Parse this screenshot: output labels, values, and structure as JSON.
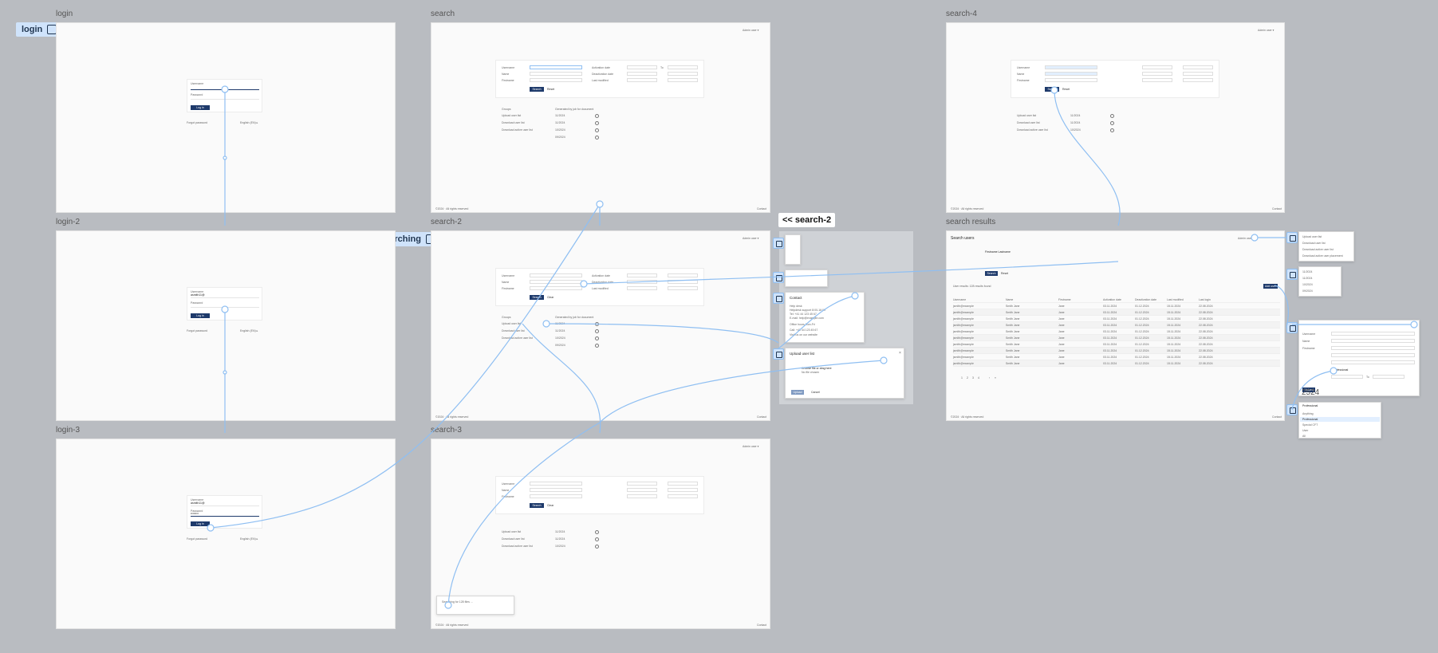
{
  "frames": {
    "login": "login",
    "login2": "login-2",
    "login3": "login-3",
    "search": "search",
    "search2": "search-2",
    "search3": "search-3",
    "search4": "search-4",
    "results": "search results"
  },
  "flow_labels": {
    "login": "login",
    "searching": "searching",
    "back": "<< search-2"
  },
  "login_form": {
    "username_label": "Username",
    "password_label": "Password",
    "login_button": "Log in",
    "forgot": "Forgot password",
    "language": "English (EN) ▸",
    "username_value": "asmith11@",
    "password_value": "••••••••"
  },
  "search_form": {
    "user_menu": "Admin user ▾",
    "fields": [
      "Username",
      "Name",
      "Firstname"
    ],
    "fields_right": [
      "Activation date",
      "Deactivation date",
      "Last modified"
    ],
    "to": "To",
    "search_button": "Search",
    "reset_button": "Reset",
    "clear_button": "Clear",
    "list_header_left": "Groups",
    "list_header_right": "Generated by job for document",
    "list_items": [
      [
        "Upload user list",
        "11/2024"
      ],
      [
        "Download user list",
        "11/2024"
      ],
      [
        "Download active user list",
        "10/2024"
      ],
      [
        "",
        "09/2024"
      ]
    ],
    "footer_left": "©2024 · All rights reserved",
    "footer_right": "Contact"
  },
  "results": {
    "title": "Search users",
    "result_count": "User results: 128 results found",
    "add_button": "Add user",
    "columns": [
      "Username",
      "Name",
      "Firstname",
      "Activation date",
      "Deactivation date",
      "Last modified",
      "Last login"
    ],
    "row": [
      "jsmith@example",
      "Smith Jane",
      "Jane",
      "03.11.2024",
      "01.12.2024",
      "15.11.2024",
      "22.08.2024"
    ],
    "pagination": [
      "1",
      "2",
      "3",
      "4",
      "›",
      "»"
    ],
    "name_value": "Firstname Lastname"
  },
  "dialogs": {
    "contact_title": "Contact",
    "contact_lines": [
      "Help desk",
      "Helpdesk support 8:00-16:00",
      "Tel: +41 44 123 45 67",
      "E-mail: help@example.com",
      "Office hours Mon-Fri",
      "Call: +41 44 123 45 67",
      "Visit us on our website"
    ],
    "upload_title": "Upload user list",
    "upload_drop": "Choose file or drag here",
    "upload_hint": "No file chosen",
    "upload_button": "Upload",
    "cancel_button": "Cancel",
    "menu_items": [
      "Upload user list",
      "Download user list",
      "Download active user list",
      "Download active user placement"
    ],
    "toast": "Searching for 128 files ...",
    "role_options": [
      "Anything",
      "Professional",
      "Special CFT",
      "User",
      "All"
    ],
    "role_selected": "Professional",
    "year_overlay": "2524"
  },
  "colors": {
    "canvas": "#b9bcc1",
    "frame": "#fafafa",
    "accent": "#1e3a6b",
    "wire": "#8fbff2",
    "label": "#cfe3fb"
  }
}
